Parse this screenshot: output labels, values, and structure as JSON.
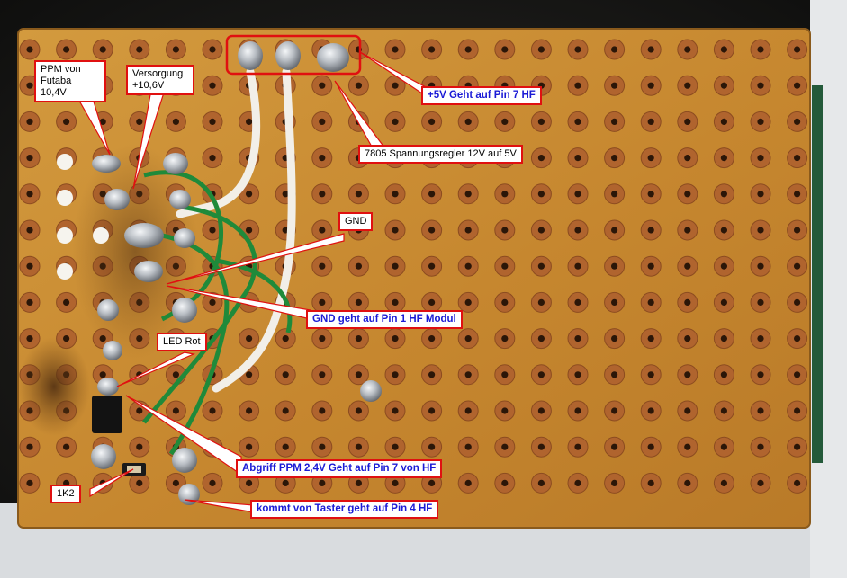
{
  "colors": {
    "board": "#c98a32",
    "pad_copper": "#b0642e",
    "solder": "#c4c8cc",
    "wire_green": "#1f8a3a",
    "wire_white": "#f2efe8",
    "callout_border": "#e01010",
    "callout_text_blue": "#1b1bd6",
    "pointer": "#ffffff"
  },
  "labels": {
    "ppm_von_futaba": {
      "line1": "PPM von",
      "line2": "Futaba 10,4V"
    },
    "versorgung": {
      "line1": "Versorgung",
      "line2": "+10,6V"
    },
    "plus5v": "+5V Geht auf Pin 7 HF",
    "regler": "7805 Spannungsregler 12V auf 5V",
    "gnd": "GND",
    "gnd_pin1": "GND geht auf Pin 1 HF Modul",
    "led_rot": "LED Rot",
    "abgriff_ppm": "Abgriff PPM 2,4V Geht auf Pin 7 von HF",
    "r1k2": "1K2",
    "taster": "kommt von Taster geht auf Pin 4 HF"
  }
}
